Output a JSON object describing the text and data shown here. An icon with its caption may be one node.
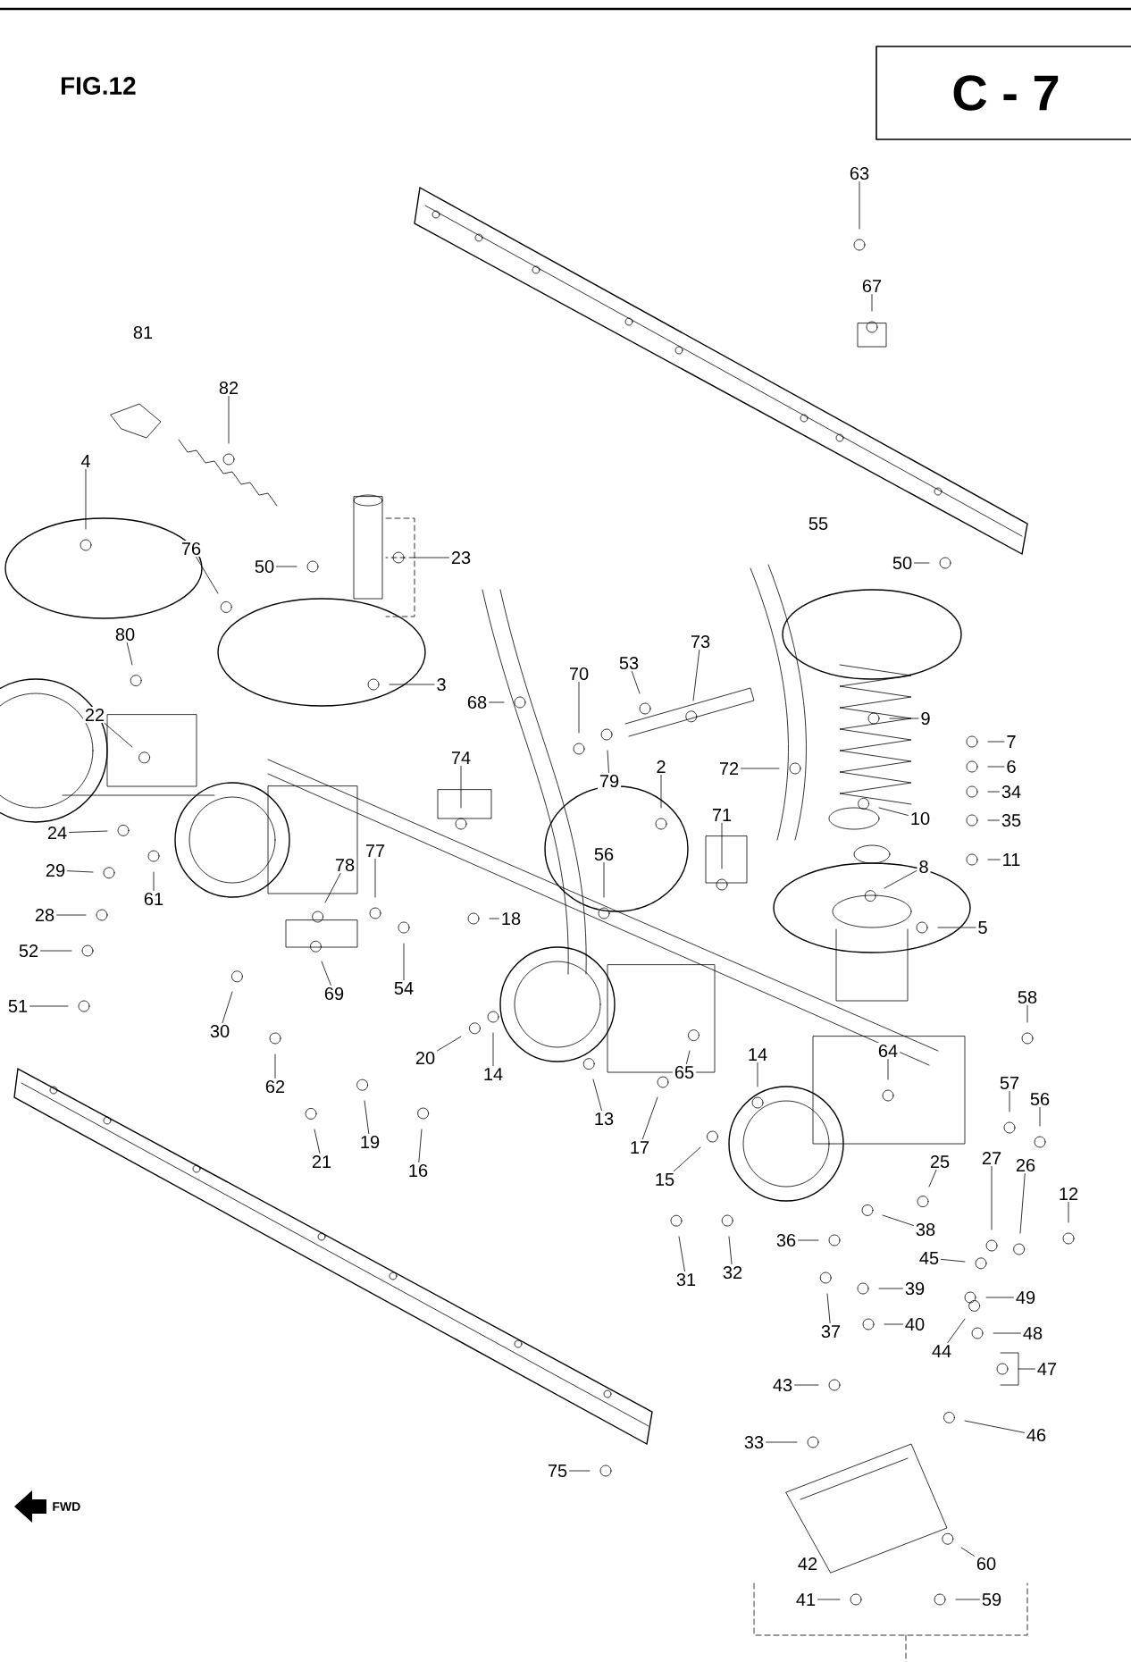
{
  "diagram": {
    "title": "FIG.12",
    "nodes": [
      {
        "text": [
          "C - 7"
        ]
      },
      {
        "text": [
          "63"
        ]
      },
      {
        "text": [
          "67"
        ]
      },
      {
        "text": [
          "81"
        ]
      },
      {
        "text": [
          "82"
        ]
      },
      {
        "text": [
          "4"
        ]
      },
      {
        "text": [
          "76"
        ]
      },
      {
        "text": [
          "50"
        ]
      },
      {
        "text": [
          "23"
        ]
      },
      {
        "text": [
          "55"
        ]
      },
      {
        "text": [
          "50"
        ]
      },
      {
        "text": [
          "80"
        ]
      },
      {
        "text": [
          "3"
        ]
      },
      {
        "text": [
          "73"
        ]
      },
      {
        "text": [
          "68"
        ]
      },
      {
        "text": [
          "70"
        ]
      },
      {
        "text": [
          "53"
        ]
      },
      {
        "text": [
          "9"
        ]
      },
      {
        "text": [
          "7"
        ]
      },
      {
        "text": [
          "6"
        ]
      },
      {
        "text": [
          "34"
        ]
      },
      {
        "text": [
          "79"
        ]
      },
      {
        "text": [
          "2"
        ]
      },
      {
        "text": [
          "22"
        ]
      },
      {
        "text": [
          "72"
        ]
      },
      {
        "text": [
          "74"
        ]
      },
      {
        "text": [
          "10"
        ]
      },
      {
        "text": [
          "35"
        ]
      },
      {
        "text": [
          "71"
        ]
      },
      {
        "text": [
          "11"
        ]
      },
      {
        "text": [
          "8"
        ]
      },
      {
        "text": [
          "24"
        ]
      },
      {
        "text": [
          "56"
        ]
      },
      {
        "text": [
          "29"
        ]
      },
      {
        "text": [
          "61"
        ]
      },
      {
        "text": [
          "78"
        ]
      },
      {
        "text": [
          "77"
        ]
      },
      {
        "text": [
          "18"
        ]
      },
      {
        "text": [
          "28"
        ]
      },
      {
        "text": [
          "5"
        ]
      },
      {
        "text": [
          "52"
        ]
      },
      {
        "text": [
          "69"
        ]
      },
      {
        "text": [
          "54"
        ]
      },
      {
        "text": [
          "51"
        ]
      },
      {
        "text": [
          "30"
        ]
      },
      {
        "text": [
          "20"
        ]
      },
      {
        "text": [
          "14"
        ]
      },
      {
        "text": [
          "58"
        ]
      },
      {
        "text": [
          "13"
        ]
      },
      {
        "text": [
          "62"
        ]
      },
      {
        "text": [
          "65"
        ]
      },
      {
        "text": [
          "14"
        ]
      },
      {
        "text": [
          "64"
        ]
      },
      {
        "text": [
          "17"
        ]
      },
      {
        "text": [
          "19"
        ]
      },
      {
        "text": [
          "21"
        ]
      },
      {
        "text": [
          "16"
        ]
      },
      {
        "text": [
          "57"
        ]
      },
      {
        "text": [
          "56"
        ]
      },
      {
        "text": [
          "15"
        ]
      },
      {
        "text": [
          "25"
        ]
      },
      {
        "text": [
          "27"
        ]
      },
      {
        "text": [
          "26"
        ]
      },
      {
        "text": [
          "12"
        ]
      },
      {
        "text": [
          "38"
        ]
      },
      {
        "text": [
          "36"
        ]
      },
      {
        "text": [
          "45"
        ]
      },
      {
        "text": [
          "31"
        ]
      },
      {
        "text": [
          "32"
        ]
      },
      {
        "text": [
          "39"
        ]
      },
      {
        "text": [
          "49"
        ]
      },
      {
        "text": [
          "37"
        ]
      },
      {
        "text": [
          "40"
        ]
      },
      {
        "text": [
          "48"
        ]
      },
      {
        "text": [
          "44"
        ]
      },
      {
        "text": [
          "47"
        ]
      },
      {
        "text": [
          "43"
        ]
      },
      {
        "text": [
          "46"
        ]
      },
      {
        "text": [
          "33"
        ]
      },
      {
        "text": [
          "75"
        ]
      },
      {
        "text": [
          "42"
        ]
      },
      {
        "text": [
          "60"
        ]
      },
      {
        "text": [
          "41"
        ]
      },
      {
        "text": [
          "59"
        ]
      }
    ],
    "edges": [
      {
        "from": 1,
        "to": null,
        "arrow": "none"
      },
      {
        "from": 2,
        "to": null,
        "arrow": "none"
      },
      {
        "from": 4,
        "to": null,
        "arrow": "none"
      },
      {
        "from": 5,
        "to": null,
        "arrow": "none"
      },
      {
        "from": 6,
        "to": null,
        "arrow": "none"
      },
      {
        "from": 7,
        "to": null,
        "arrow": "none"
      },
      {
        "from": 8,
        "to": null,
        "arrow": "none"
      },
      {
        "from": 10,
        "to": null,
        "arrow": "none"
      },
      {
        "from": 11,
        "to": null,
        "arrow": "none"
      },
      {
        "from": 12,
        "to": null,
        "arrow": "none"
      },
      {
        "from": 13,
        "to": null,
        "arrow": "none"
      },
      {
        "from": 14,
        "to": null,
        "arrow": "none"
      },
      {
        "from": 15,
        "to": null,
        "arrow": "none"
      },
      {
        "from": 16,
        "to": null,
        "arrow": "none"
      },
      {
        "from": 17,
        "to": null,
        "arrow": "none"
      },
      {
        "from": 18,
        "to": null,
        "arrow": "none"
      },
      {
        "from": 19,
        "to": null,
        "arrow": "none"
      },
      {
        "from": 20,
        "to": null,
        "arrow": "none"
      },
      {
        "from": 21,
        "to": null,
        "arrow": "none"
      },
      {
        "from": 22,
        "to": null,
        "arrow": "none"
      },
      {
        "from": 23,
        "to": null,
        "arrow": "none"
      },
      {
        "from": 24,
        "to": null,
        "arrow": "none"
      },
      {
        "from": 25,
        "to": null,
        "arrow": "none"
      },
      {
        "from": 26,
        "to": null,
        "arrow": "none"
      },
      {
        "from": 27,
        "to": null,
        "arrow": "none"
      },
      {
        "from": 28,
        "to": null,
        "arrow": "none"
      },
      {
        "from": 29,
        "to": null,
        "arrow": "none"
      },
      {
        "from": 30,
        "to": null,
        "arrow": "none"
      },
      {
        "from": 31,
        "to": null,
        "arrow": "none"
      },
      {
        "from": 32,
        "to": null,
        "arrow": "none"
      },
      {
        "from": 33,
        "to": null,
        "arrow": "none"
      },
      {
        "from": 34,
        "to": null,
        "arrow": "none"
      },
      {
        "from": 35,
        "to": null,
        "arrow": "none"
      },
      {
        "from": 36,
        "to": null,
        "arrow": "none"
      },
      {
        "from": 37,
        "to": null,
        "arrow": "none"
      },
      {
        "from": 38,
        "to": null,
        "arrow": "none"
      },
      {
        "from": 39,
        "to": null,
        "arrow": "none"
      },
      {
        "from": 40,
        "to": null,
        "arrow": "none"
      },
      {
        "from": 41,
        "to": null,
        "arrow": "none"
      },
      {
        "from": 42,
        "to": null,
        "arrow": "none"
      },
      {
        "from": 43,
        "to": null,
        "arrow": "none"
      },
      {
        "from": 44,
        "to": null,
        "arrow": "none"
      },
      {
        "from": 45,
        "to": null,
        "arrow": "none"
      },
      {
        "from": 46,
        "to": null,
        "arrow": "none"
      },
      {
        "from": 47,
        "to": null,
        "arrow": "none"
      },
      {
        "from": 48,
        "to": null,
        "arrow": "none"
      },
      {
        "from": 49,
        "to": null,
        "arrow": "none"
      },
      {
        "from": 50,
        "to": null,
        "arrow": "none"
      },
      {
        "from": 51,
        "to": null,
        "arrow": "none"
      },
      {
        "from": 52,
        "to": null,
        "arrow": "none"
      },
      {
        "from": 53,
        "to": null,
        "arrow": "none"
      },
      {
        "from": 54,
        "to": null,
        "arrow": "none"
      },
      {
        "from": 55,
        "to": null,
        "arrow": "none"
      },
      {
        "from": 56,
        "to": null,
        "arrow": "none"
      },
      {
        "from": 57,
        "to": null,
        "arrow": "none"
      },
      {
        "from": 58,
        "to": null,
        "arrow": "none"
      },
      {
        "from": 59,
        "to": null,
        "arrow": "none"
      },
      {
        "from": 60,
        "to": null,
        "arrow": "none"
      },
      {
        "from": 61,
        "to": null,
        "arrow": "none"
      },
      {
        "from": 62,
        "to": null,
        "arrow": "none"
      },
      {
        "from": 63,
        "to": null,
        "arrow": "none"
      },
      {
        "from": 64,
        "to": null,
        "arrow": "none"
      },
      {
        "from": 65,
        "to": null,
        "arrow": "none"
      },
      {
        "from": 66,
        "to": null,
        "arrow": "none"
      },
      {
        "from": 67,
        "to": null,
        "arrow": "none"
      },
      {
        "from": 68,
        "to": null,
        "arrow": "none"
      },
      {
        "from": 69,
        "to": null,
        "arrow": "none"
      },
      {
        "from": 70,
        "to": null,
        "arrow": "none"
      },
      {
        "from": 71,
        "to": null,
        "arrow": "none"
      },
      {
        "from": 72,
        "to": null,
        "arrow": "none"
      },
      {
        "from": 73,
        "to": null,
        "arrow": "none"
      },
      {
        "from": 74,
        "to": null,
        "arrow": "none"
      },
      {
        "from": 75,
        "to": null,
        "arrow": "none"
      },
      {
        "from": 76,
        "to": null,
        "arrow": "none"
      },
      {
        "from": 77,
        "to": null,
        "arrow": "none"
      },
      {
        "from": 78,
        "to": null,
        "arrow": "none"
      },
      {
        "from": 79,
        "to": null,
        "arrow": "none"
      },
      {
        "from": 81,
        "to": null,
        "arrow": "none"
      },
      {
        "from": 82,
        "to": null,
        "arrow": "none"
      },
      {
        "from": 83,
        "to": null,
        "arrow": "none"
      }
    ],
    "labels": [
      "FWD"
    ]
  }
}
